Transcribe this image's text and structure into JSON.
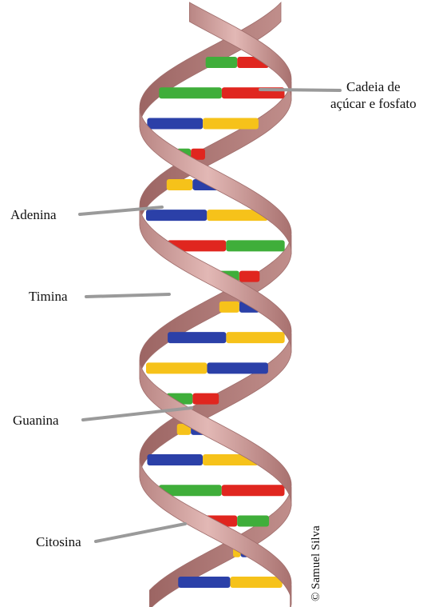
{
  "diagram": {
    "labels": {
      "sugar_backbone_line1": "Cadeia de",
      "sugar_backbone_line2": "açúcar e fosfato",
      "adenine": "Adenina",
      "thymine": "Timina",
      "guanine": "Guanina",
      "cytosine": "Citosina"
    },
    "credit": "© Samuel Silva",
    "colors": {
      "ribbon": "#d4a3a0",
      "ribbon_dark": "#a06e6c",
      "adenine": "#2b40a8",
      "thymine": "#f6c21a",
      "guanine": "#3fae3a",
      "cytosine": "#e0261f",
      "leader_line": "#9a9a9a"
    },
    "base_pairs": [
      {
        "left": "guanine",
        "right": "cytosine"
      },
      {
        "left": "guanine",
        "right": "cytosine"
      },
      {
        "left": "adenine",
        "right": "thymine"
      },
      {
        "left": "guanine",
        "right": "cytosine"
      },
      {
        "left": "thymine",
        "right": "adenine"
      },
      {
        "left": "adenine",
        "right": "thymine"
      },
      {
        "left": "cytosine",
        "right": "guanine"
      },
      {
        "left": "guanine",
        "right": "cytosine"
      },
      {
        "left": "thymine",
        "right": "adenine"
      },
      {
        "left": "adenine",
        "right": "thymine"
      },
      {
        "left": "thymine",
        "right": "adenine"
      },
      {
        "left": "guanine",
        "right": "cytosine"
      },
      {
        "left": "thymine",
        "right": "adenine"
      },
      {
        "left": "adenine",
        "right": "thymine"
      },
      {
        "left": "guanine",
        "right": "cytosine"
      },
      {
        "left": "cytosine",
        "right": "guanine"
      },
      {
        "left": "thymine",
        "right": "adenine"
      },
      {
        "left": "adenine",
        "right": "thymine"
      }
    ]
  }
}
